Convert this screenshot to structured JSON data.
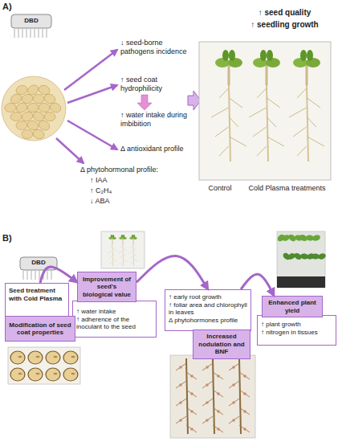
{
  "diagram": {
    "nodes": [
      {
        "text": [
          "Seed treatment with Cold Plasma"
        ]
      },
      {
        "text": [
          "Modification of seed coat properties"
        ]
      },
      {
        "text": [
          "Improvement of seed's biological value"
        ]
      },
      {
        "text": [
          "↑ water intake",
          "↑ adherence of the inoculant to the seed"
        ]
      },
      {
        "text": [
          "↑ early root growth",
          "↑ foliar area and chlorophyll in leaves",
          "Δ phytohormones profile"
        ]
      },
      {
        "text": [
          "Increased nodulation and BNF"
        ]
      },
      {
        "text": [
          "Enhanced plant yield"
        ]
      },
      {
        "text": [
          "↑ plant growth",
          "↑ nitrogen in tissues"
        ]
      }
    ],
    "edges": [
      {
        "from": 0,
        "to": 2,
        "arrow": "to"
      },
      {
        "from": 2,
        "to": 4,
        "arrow": "to"
      },
      {
        "from": 4,
        "to": 6,
        "arrow": "to"
      }
    ],
    "labels": [
      "A)",
      "DBD",
      "↓ seed-borne pathogens incidence",
      "↑ seed coat hydrophilicity",
      "↑ water intake during imbibition",
      "Δ antioxidant profile",
      "Δ phytohormonal profile:",
      "↑ IAA",
      "↑ C₂H₄",
      "↓ ABA",
      "↑ seed quality",
      "↑ seedling growth",
      "Control",
      "Cold Plasma treatments",
      "B)",
      "DBD"
    ]
  }
}
